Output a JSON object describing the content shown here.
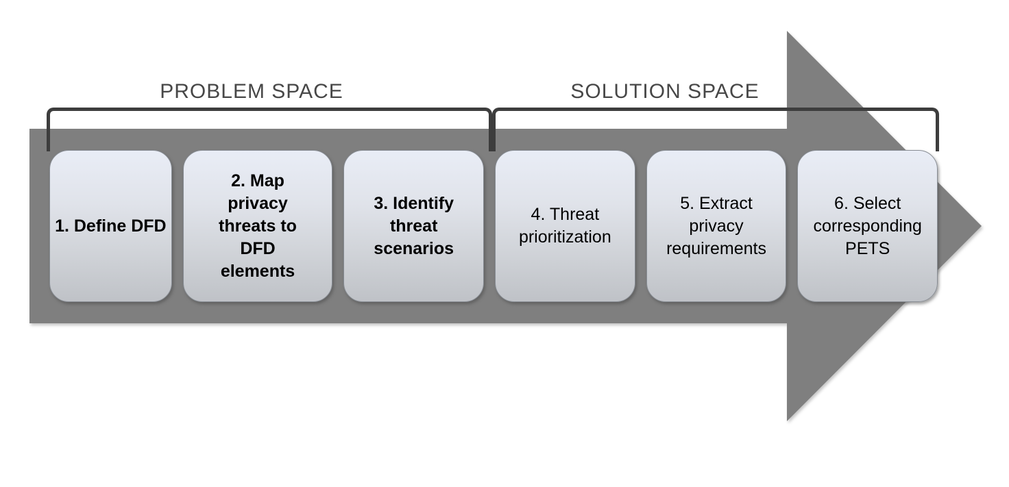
{
  "figure": {
    "sections": {
      "problem": {
        "label": "PROBLEM SPACE"
      },
      "solution": {
        "label": "SOLUTION SPACE"
      }
    },
    "steps": [
      {
        "label": "1. Define DFD",
        "emphasis": "bold"
      },
      {
        "label": "2. Map privacy threats to DFD elements",
        "emphasis": "bold"
      },
      {
        "label": "3. Identify threat scenarios",
        "emphasis": "bold"
      },
      {
        "label": "4. Threat prioritization",
        "emphasis": "normal"
      },
      {
        "label": "5. Extract privacy requirements",
        "emphasis": "normal"
      },
      {
        "label": "6. Select corresponding PETS",
        "emphasis": "normal"
      }
    ],
    "colors": {
      "arrow": "#7f7f7f",
      "bracket": "#3d3d3d",
      "section_label": "#474747",
      "box_gradient_top": "#e9edf6",
      "box_gradient_bottom": "#bfc2c7",
      "step_text": "#000000"
    }
  }
}
